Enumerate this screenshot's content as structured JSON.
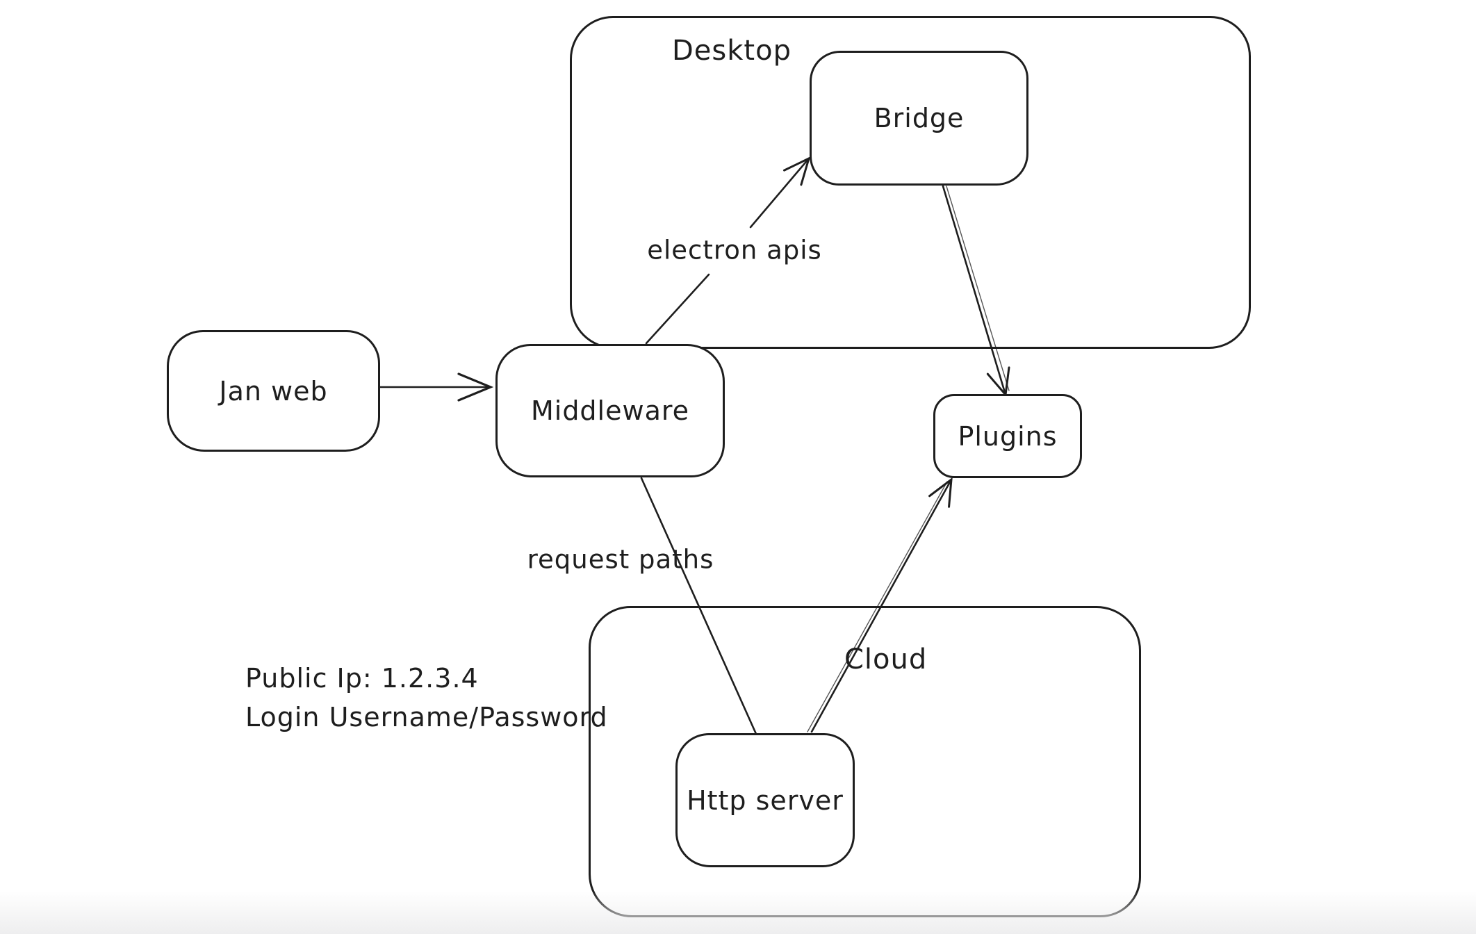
{
  "diagram": {
    "containers": {
      "desktop": {
        "label": "Desktop"
      },
      "cloud": {
        "label": "Cloud"
      }
    },
    "nodes": {
      "jan_web": {
        "label": "Jan web"
      },
      "middleware": {
        "label": "Middleware"
      },
      "bridge": {
        "label": "Bridge"
      },
      "plugins": {
        "label": "Plugins"
      },
      "http_server": {
        "label": "Http server"
      }
    },
    "edges": {
      "jan_web_to_middleware": {
        "label": ""
      },
      "middleware_to_bridge": {
        "label": "electron apis"
      },
      "bridge_to_plugins": {
        "label": ""
      },
      "middleware_to_http_server": {
        "label": "request paths"
      },
      "http_server_to_plugins": {
        "label": ""
      }
    },
    "notes": {
      "public_ip": "Public Ip: 1.2.3.4",
      "login": "Login Username/Password"
    },
    "colors": {
      "stroke": "#1e1e1e",
      "background": "#ffffff"
    }
  }
}
